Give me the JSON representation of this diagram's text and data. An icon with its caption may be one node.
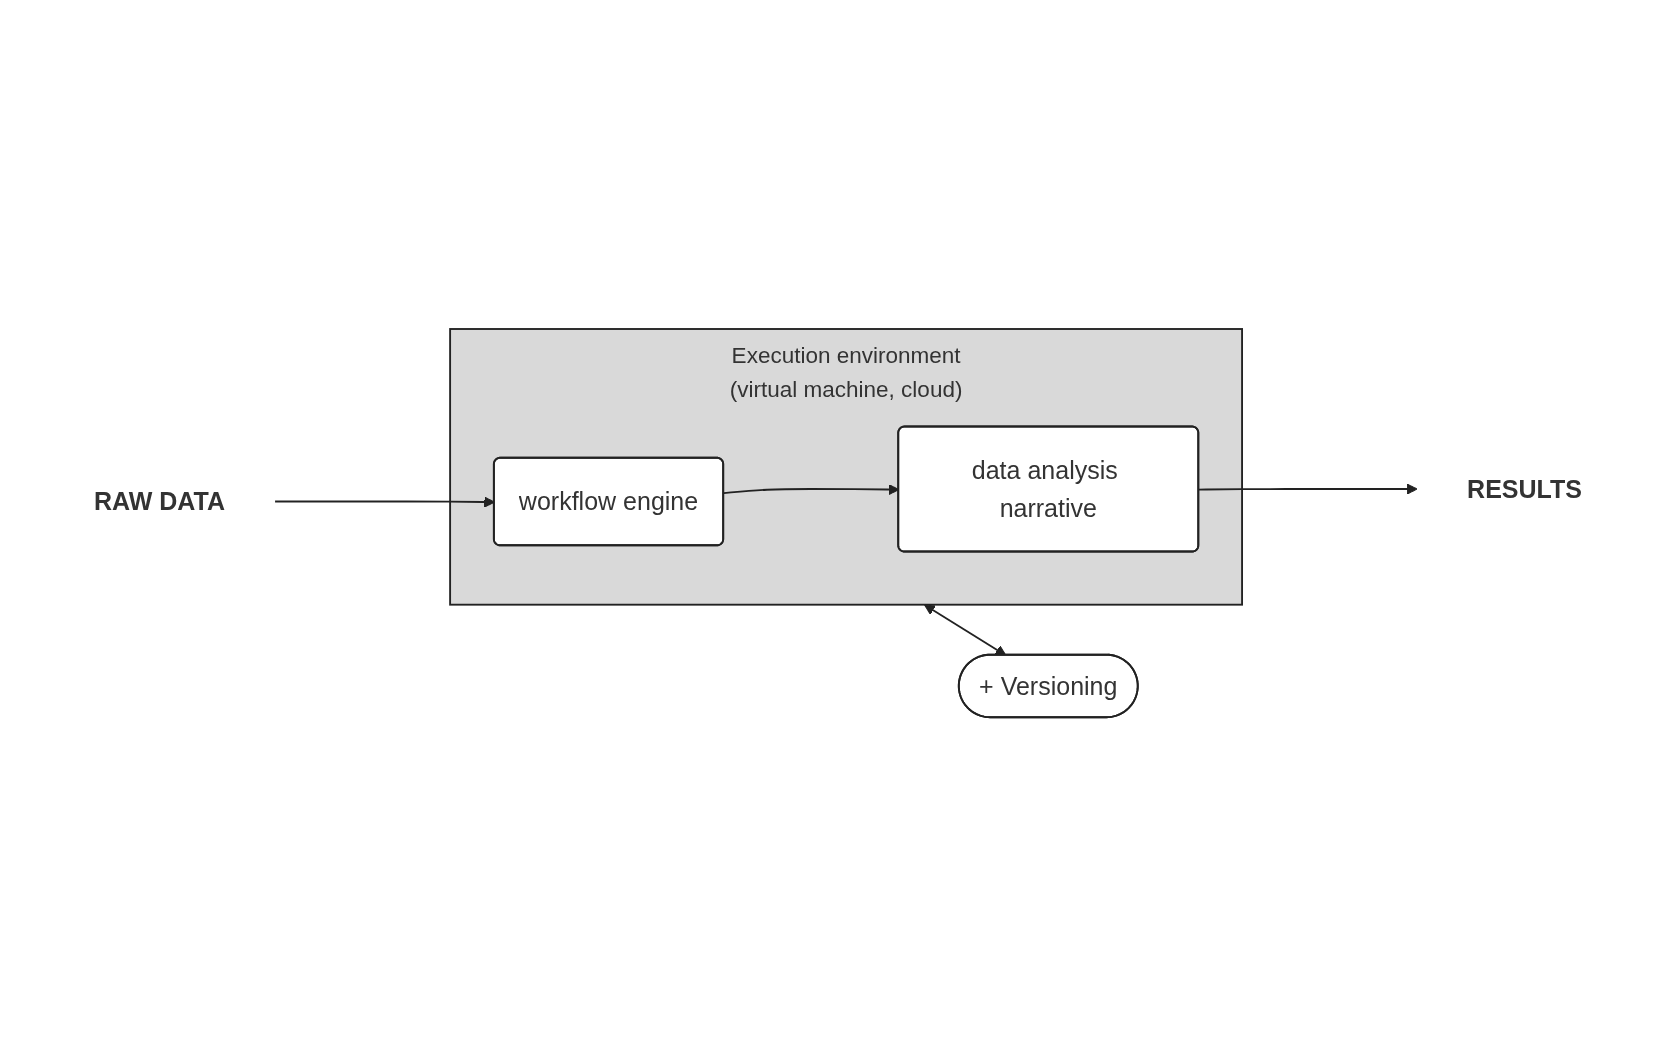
{
  "diagram": {
    "nodes": [
      {
        "text": [
          "Execution environment",
          "(virtual machine, cloud)"
        ]
      },
      {
        "text": [
          "workflow engine"
        ],
        "in": 0
      },
      {
        "text": [
          "data analysis narrative"
        ],
        "in": 0
      },
      {
        "text": [
          "RAW DATA"
        ]
      },
      {
        "text": [
          "RESULTS"
        ]
      },
      {
        "text": [
          "+ Versioning"
        ]
      }
    ],
    "edges": [
      {
        "from": 3,
        "to": 1,
        "arrow": "to"
      },
      {
        "from": 1,
        "to": 2,
        "arrow": "to"
      },
      {
        "from": 2,
        "to": 4,
        "arrow": "to"
      },
      {
        "from": 0,
        "to": 5,
        "arrow": "both"
      }
    ]
  }
}
